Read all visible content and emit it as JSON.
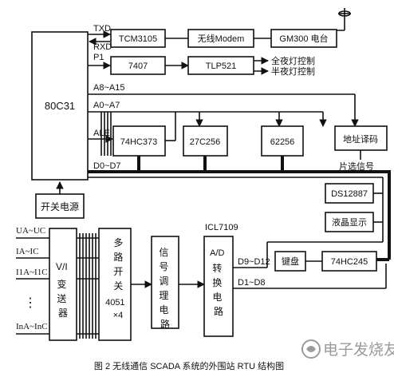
{
  "diagram": {
    "cpu": "80C31",
    "signals": {
      "txd": "TXD",
      "rxd": "RXD",
      "p1": "P1",
      "addr_high": "A8~A15",
      "addr_low": "A0~A7",
      "ale": "ALE",
      "data_bus": "D0~D7",
      "adc_out_high": "D9~D12",
      "adc_out_low": "D1~D8"
    },
    "blocks": {
      "tcm": "TCM3105",
      "modem": "无线Modem",
      "radio": "GM300 电台",
      "driver": "7407",
      "opto": "TLP521",
      "latch": "74HC373",
      "eprom": "27C256",
      "sram": "62256",
      "decoder": "地址译码",
      "rtc": "DS12887",
      "lcd": "液晶显示",
      "keyboard": "键盘",
      "transceiver": "74HC245",
      "power": "开关电源",
      "adc_chip": "ICL7109",
      "vi_conv": "V/I变送器",
      "mux": "多路开关4051×4",
      "cond": "信号调理电路",
      "adc": "A/D转换电路"
    },
    "outputs": {
      "all_night": "全夜灯控制",
      "half_night": "半夜灯控制",
      "chip_select": "片选信号"
    },
    "inputs": {
      "ua_uc": "UA~UC",
      "ia_ic": "IA~IC",
      "i1a_i1c": "I1A~I1C",
      "dots": "⋮",
      "ina_inc": "InA~InC"
    },
    "caption": "图 2  无线通信 SCADA 系统的外围站 RTU 结构图",
    "watermark": "电子发烧友"
  }
}
